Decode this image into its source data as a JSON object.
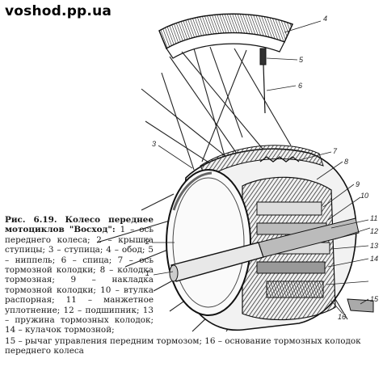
{
  "watermark": "voshod.pp.ua",
  "caption": {
    "heading": "Рис. 6.19. Колесо переднее мотоциклов \"Восход\":",
    "body": " 1 – ось переднего колеса; 2 – крышка ступицы; 3 – ступица; 4 – обод; 5 – ниппель; 6 – спица; 7 – ось тормозной колодки; 8 – колодка тормозная; 9 – накладка тормозной колодки; 10 – втулка распорная; 11 – манжетное уплотнение; 12 – подшипник; 13 – пружина тормозных колодок; 14 – кулачок тормозной;",
    "tail": "15 – рычаг управления передним тормозом; 16 – основание тормозных колодок переднего колеса"
  },
  "callouts": [
    "1",
    "2",
    "3",
    "4",
    "5",
    "6",
    "7",
    "8",
    "9",
    "10",
    "11",
    "12",
    "13",
    "14",
    "15",
    "16"
  ],
  "colors": {
    "ink": "#1a1a1a",
    "paper": "#ffffff",
    "shade": "#7a7a7a"
  }
}
